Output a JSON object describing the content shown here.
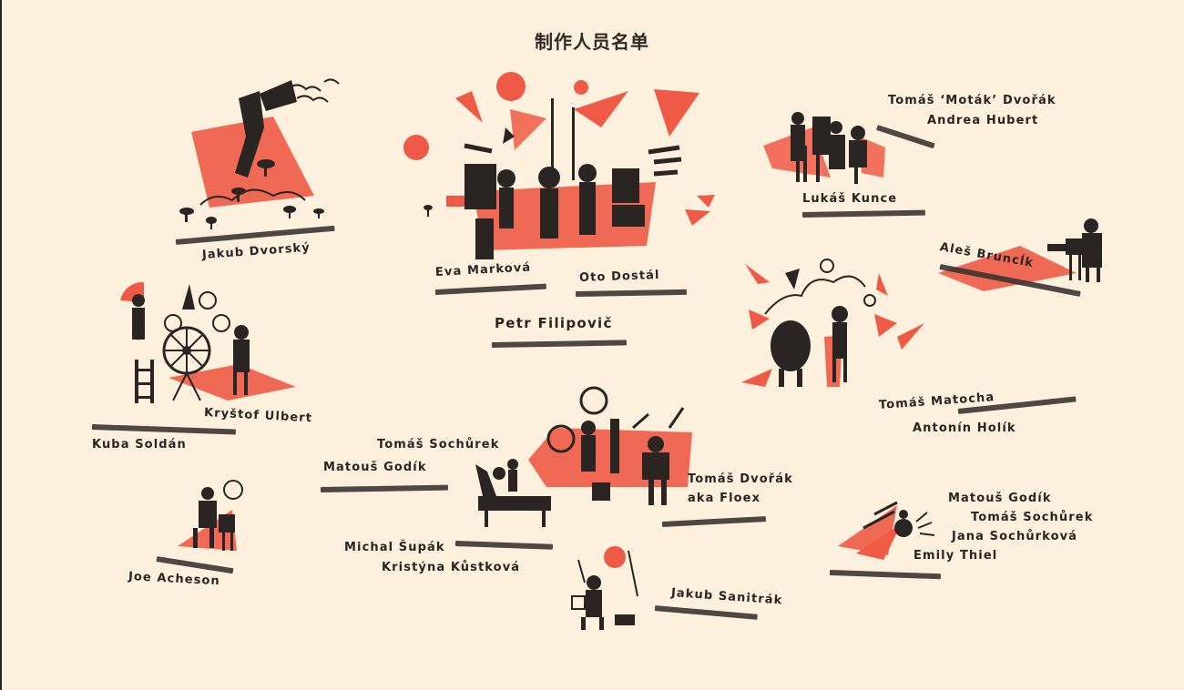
{
  "title": "制作人员名单",
  "colors": {
    "background": "#fdf1de",
    "accent": "#ee5a45",
    "ink": "#2a2522"
  },
  "groups": [
    {
      "id": "herald",
      "illustration": "megaphone-herald-mushrooms-icon",
      "names": [
        "Jakub Dvorský"
      ]
    },
    {
      "id": "crowd",
      "illustration": "crowd-with-flags-icon",
      "names": [
        "Eva Marková",
        "Oto Dostál",
        "Petr Filipovič"
      ]
    },
    {
      "id": "fighters",
      "illustration": "fighting-creatures-icon",
      "names": [
        "Tomáš ‘Moták’ Dvořák",
        "Andrea Hubert",
        "Lukáš Kunce"
      ]
    },
    {
      "id": "camera",
      "illustration": "camera-operator-icon",
      "names": [
        "Aleš Bruncĺk"
      ]
    },
    {
      "id": "explosion",
      "illustration": "explosion-characters-icon",
      "names": [
        "Tomáš Matocha",
        "Antonín Holík"
      ]
    },
    {
      "id": "wheel",
      "illustration": "wheel-machine-icon",
      "names": [
        "Kryštof Ulbert",
        "Kuba Soldán"
      ]
    },
    {
      "id": "band",
      "illustration": "musicians-band-icon",
      "names": [
        "Tomáš Sochůrek",
        "Matouš Godík",
        "Tomáš Dvořák",
        "aka Floex",
        "Michal Šupák",
        "Kristýna Kůstková"
      ]
    },
    {
      "id": "painter",
      "illustration": "painter-easel-icon",
      "names": [
        "Joe Acheson"
      ]
    },
    {
      "id": "juggler",
      "illustration": "juggler-icon",
      "names": [
        "Jakub Sanitrák"
      ]
    },
    {
      "id": "sound",
      "illustration": "sound-horn-robot-icon",
      "names": [
        "Matouš Godík",
        "Tomáš Sochůrek",
        "Jana Sochůrková",
        "Emily Thiel"
      ]
    }
  ]
}
